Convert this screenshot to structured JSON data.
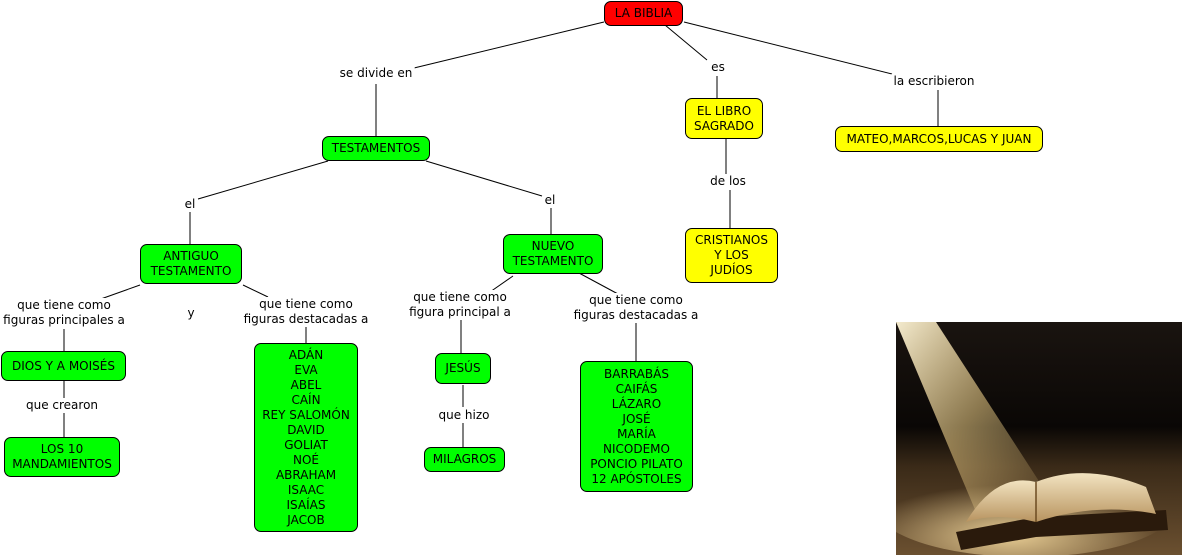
{
  "nodes": {
    "la_biblia": "LA BIBLIA",
    "testamentos": "TESTAMENTOS",
    "el_libro_sagrado": "EL LIBRO\nSAGRADO",
    "evangelistas": "MATEO,MARCOS,LUCAS Y JUAN",
    "antiguo_testamento": "ANTIGUO\nTESTAMENTO",
    "nuevo_testamento": "NUEVO\nTESTAMENTO",
    "cristianos_judios": "CRISTIANOS\nY LOS\nJUDÍOS",
    "dios_moises": "DIOS Y A MOISÉS",
    "los_10_mandamientos": "LOS 10\nMANDAMIENTOS",
    "figuras_antiguo": "ADÁN\nEVA\nABEL\nCAÍN\nREY SALOMÓN\nDAVID\nGOLIAT\nNOÉ\nABRAHAM\nISAAC\nISAÍAS\nJACOB",
    "jesus": "JESÚS",
    "milagros": "MILAGROS",
    "figuras_nuevo": "BARRABÁS\nCAIFÁS\nLÁZARO\nJOSÉ\nMARÍA\nNICODEMO\nPONCIO PILATO\n12 APÓSTOLES"
  },
  "links": {
    "se_divide_en": "se divide en",
    "es": "es",
    "la_escribieron": "la escribieron",
    "de_los": "de los",
    "el_left": "el",
    "el_right": "el",
    "figuras_principales": "que tiene como\nfiguras principales a",
    "y": "y",
    "figuras_destacadas_antiguo": "que tiene como\nfiguras destacadas a",
    "figura_principal": "que tiene como\nfigura principal a",
    "figuras_destacadas_nuevo": "que tiene como\nfiguras destacadas a",
    "que_crearon": "que crearon",
    "que_hizo": "que hizo"
  },
  "colors": {
    "root": "#ff0000",
    "concept_green": "#00ff00",
    "concept_yellow": "#ffff00"
  },
  "image": {
    "subject": "open-bible-with-light-beam"
  }
}
